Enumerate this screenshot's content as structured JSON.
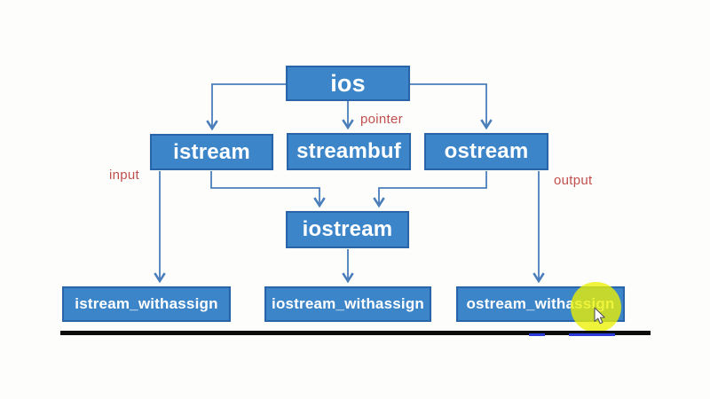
{
  "diagram": {
    "type": "class-hierarchy",
    "nodes": {
      "ios": "ios",
      "istream": "istream",
      "streambuf": "streambuf",
      "ostream": "ostream",
      "iostream": "iostream",
      "istream_withassign": "istream_withassign",
      "iostream_withassign": "iostream_withassign",
      "ostream_withassign": "ostream_withassign"
    },
    "edge_labels": {
      "pointer": "pointer",
      "input": "input",
      "output": "output"
    },
    "edges": [
      {
        "from": "ios",
        "to": "istream"
      },
      {
        "from": "ios",
        "to": "streambuf",
        "label": "pointer"
      },
      {
        "from": "ios",
        "to": "ostream"
      },
      {
        "from": "istream",
        "to": "iostream"
      },
      {
        "from": "ostream",
        "to": "iostream"
      },
      {
        "from": "istream",
        "to": "istream_withassign",
        "label": "input"
      },
      {
        "from": "iostream",
        "to": "iostream_withassign"
      },
      {
        "from": "ostream",
        "to": "ostream_withassign",
        "label": "output"
      }
    ],
    "colors": {
      "node_fill": "#3d85c9",
      "node_border": "#2a64a8",
      "node_text": "#ffffff",
      "connector": "#4a7ebb",
      "edge_label_text": "#c0504d",
      "bottom_rule": "#0d0d0d",
      "cursor_highlight": "#eaf002"
    }
  },
  "cursor": {
    "shape": "arrow-pointer",
    "highlight": "yellow-circle",
    "over_node": "ostream_withassign"
  }
}
